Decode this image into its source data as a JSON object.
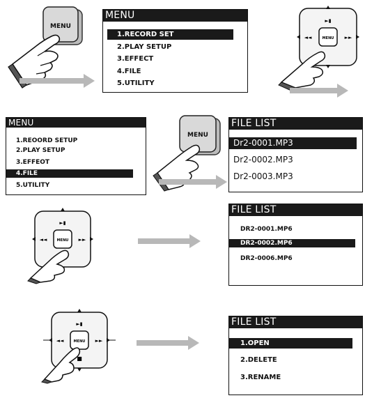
{
  "menu_top": {
    "title": "MENU",
    "items": [
      "1.RECORD SET",
      "2.PLAY SETUP",
      "3.EFFECT",
      "4.FILE",
      "5.UTILITY"
    ],
    "selected": 0
  },
  "menu_mid": {
    "title": "MENU",
    "items": [
      "1.REOORD SETUP",
      "2.PLAY SETUP",
      "3.EFFEOT",
      "4.FILE",
      "5.UTILITY"
    ],
    "selected": 3
  },
  "file_list_1": {
    "title": "FILE LIST",
    "items": [
      "Dr2-0001.MP3",
      "Dr2-0002.MP3",
      "Dr2-0003.MP3"
    ],
    "selected": 0
  },
  "file_list_2": {
    "title": "FILE LIST",
    "items": [
      "DR2-0001.MP6",
      "DR2-0002.MP6",
      "DR2-0006.MP6"
    ],
    "selected": 1
  },
  "file_list_3": {
    "title": "FILE LIST",
    "items": [
      "1.OPEN",
      "2.DELETE",
      "3.RENAME"
    ],
    "selected": 0
  },
  "menu_button_label": "MENU",
  "dpad": {
    "center_label": "MENU",
    "up_symbol": "►▮",
    "left_symbol": "◄◄",
    "right_symbol": "►►",
    "down_symbol": "■"
  }
}
